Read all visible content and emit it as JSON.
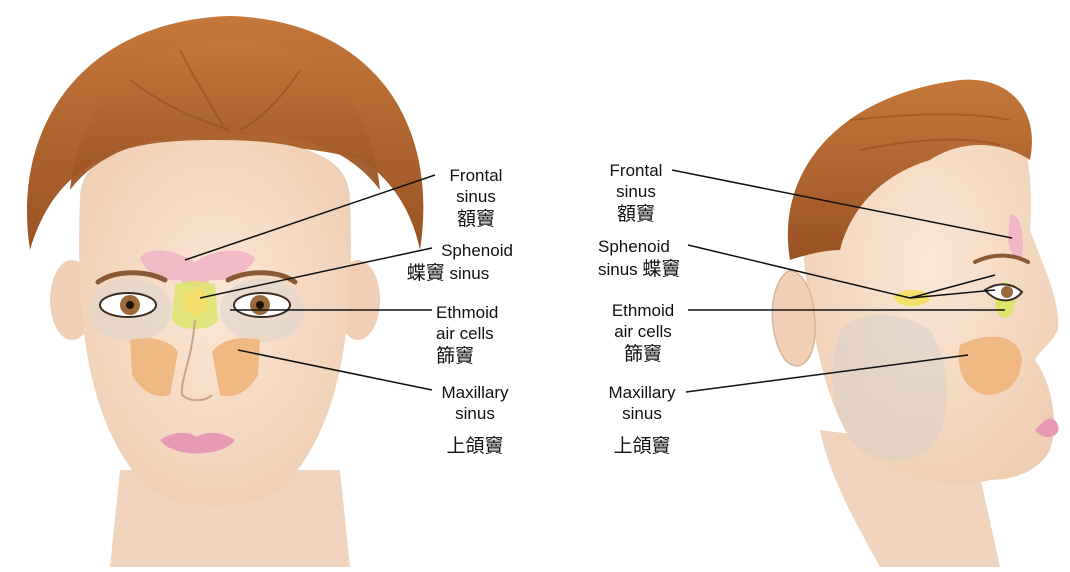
{
  "front_labels": {
    "frontal": {
      "line1": "Frontal",
      "line2": "sinus",
      "zh": "額竇"
    },
    "sphenoid": {
      "line1": "Sphenoid",
      "line2": "sinus",
      "zh": "蝶竇"
    },
    "ethmoid": {
      "line1": "Ethmoid",
      "line2": "air cells",
      "zh": "篩竇"
    },
    "maxillary": {
      "line1": "Maxillary",
      "line2": "sinus",
      "zh": "上頜竇"
    }
  },
  "side_labels": {
    "frontal": {
      "line1": "Frontal",
      "line2": "sinus",
      "zh": "額竇"
    },
    "sphenoid": {
      "line1": "Sphenoid",
      "line2": "sinus",
      "zh": "蝶竇"
    },
    "ethmoid": {
      "line1": "Ethmoid",
      "line2": "air cells",
      "zh": "篩竇"
    },
    "maxillary": {
      "line1": "Maxillary",
      "line2": "sinus",
      "zh": "上頜竇"
    }
  },
  "colors": {
    "hair": "#b0642e",
    "skin": "#f7ddc8",
    "frontal_sinus": "#f0b6c4",
    "sphenoid_sinus": "#f2e06a",
    "ethmoid_sinus": "#d8e06a",
    "maxillary_sinus": "#f0b47a",
    "lips": "#e89ab4",
    "iris": "#9c6a3a"
  }
}
